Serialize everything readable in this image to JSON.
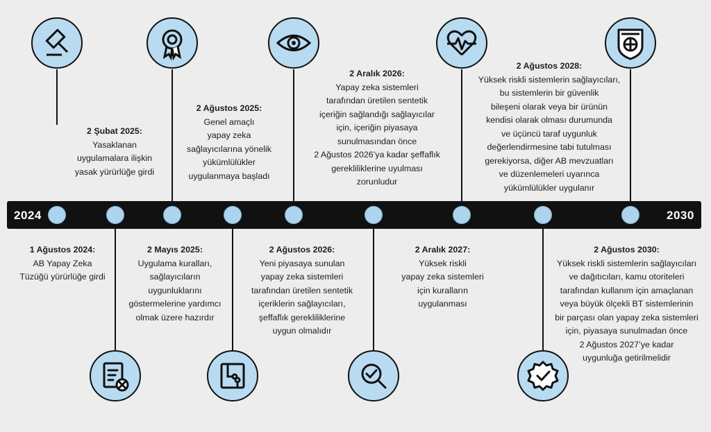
{
  "timeline": {
    "start_year": "2024",
    "end_year": "2030",
    "milestones": [
      {
        "id": "m1",
        "title": "1 Ağustos 2024:",
        "body": "AB Yapay Zeka\nTüzüğü yürürlüğe girdi"
      },
      {
        "id": "m2",
        "title": "2 Şubat 2025:",
        "body": "Yasaklanan\nuygulamalara ilişkin\nyasak yürürlüğe girdi"
      },
      {
        "id": "m3",
        "title": "2 Mayıs 2025:",
        "body": "Uygulama kuralları,\nsağlayıcıların\nuygunluklarını\ngöstermelerine yardımcı\nolmak üzere hazırdır"
      },
      {
        "id": "m4",
        "title": "2 Ağustos 2025:",
        "body": "Genel amaçlı\nyapay zeka\nsağlayıcılarına yönelik\nyükümlülükler\nuygulanmaya başladı"
      },
      {
        "id": "m5",
        "title": "2 Ağustos 2026:",
        "body": "Yeni piyasaya sunulan\nyapay zeka sistemleri\ntarafından üretilen sentetik\niçeriklerin sağlayıcıları,\nşeffaflık gerekliliklerine\nuygun olmalıdır"
      },
      {
        "id": "m6",
        "title": "2 Aralık 2026:",
        "body": "Yapay zeka sistemleri\ntarafından üretilen sentetik\niçeriğin sağlandığı sağlayıcılar\niçin, içeriğin piyasaya\nsunulmasından önce\n2 Ağustos 2026’ya kadar şeffaflık\ngerekliliklerine uyulması\nzorunludur"
      },
      {
        "id": "m7",
        "title": "2 Aralık 2027:",
        "body": "Yüksek riskli\nyapay zeka sistemleri\niçin kuralların\nuygulanması"
      },
      {
        "id": "m8",
        "title": "2 Ağustos 2028:",
        "body": "Yüksek riskli sistemlerin sağlayıcıları,\nbu sistemlerin bir güvenlik\nbileşeni olarak veya bir ürünün\nkendisi olarak olması durumunda\nve üçüncü taraf uygunluk\ndeğerlendirmesine tabi tutulması\ngerekiyorsa, diğer AB mevzuatları\nve düzenlemeleri uyarınca\nyükümlülükler uygulanır"
      },
      {
        "id": "m9",
        "title": "2 Ağustos 2030:",
        "body": "Yüksek riskli sistemlerin sağlayıcıları\nve dağıtıcıları, kamu otoriteleri\ntarafından kullanım için amaçlanan\nveya büyük ölçekli BT sistemlerinin\nbir parçası olan yapay zeka sistemleri\niçin, piyasaya sunulmadan önce\n2 Ağustos 2027’ye kadar\nuygunluğa getirilmelidir"
      }
    ]
  },
  "icons": [
    "gavel-icon",
    "award-ribbon-icon",
    "eye-icon",
    "heartbeat-icon",
    "shield-globe-icon",
    "checklist-x-icon",
    "circuit-board-icon",
    "magnifier-check-icon",
    "gear-check-icon"
  ],
  "colors": {
    "background": "#ededee",
    "bar": "#111111",
    "icon_fill": "#b9dbf1",
    "dot_fill": "#aed3ec"
  }
}
